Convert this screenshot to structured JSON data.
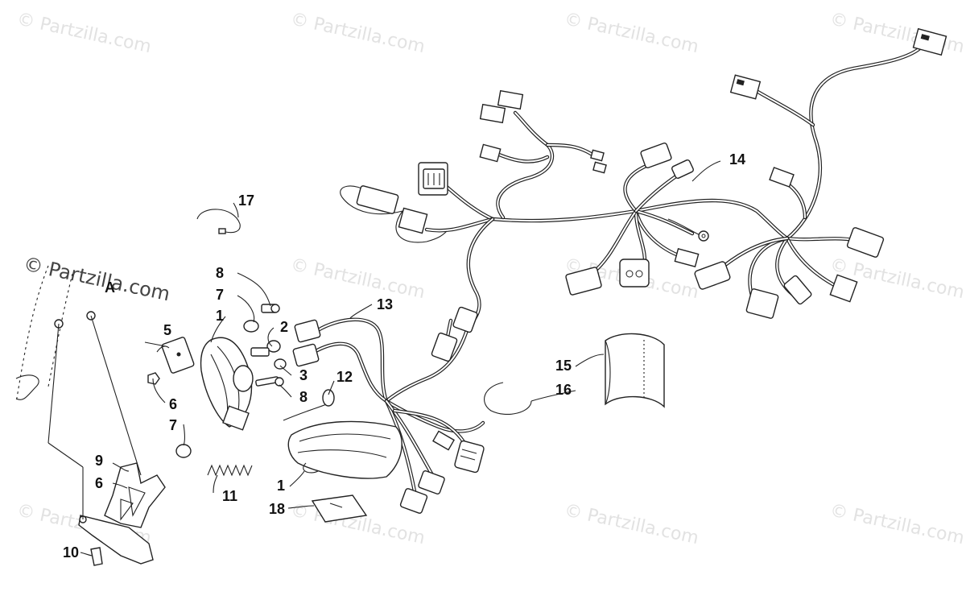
{
  "watermark": {
    "text": "© Partzilla.com",
    "color": "#e2e2e2"
  },
  "callouts": {
    "c1a": "1",
    "c1b": "1",
    "c2": "2",
    "c3": "3",
    "c5": "5",
    "c6a": "6",
    "c6b": "6",
    "c7a": "7",
    "c7b": "7",
    "c8a": "8",
    "c8b": "8",
    "c9": "9",
    "c10": "10",
    "c11": "11",
    "c12": "12",
    "c13": "13",
    "c14": "14",
    "c15": "15",
    "c16": "16",
    "c17": "17",
    "c18": "18",
    "cA": "A"
  },
  "parts": {
    "headlight_housing": "headlight-housing",
    "headlight_lens": "headlight-lens",
    "main_harness": "main-wiring-harness",
    "headlight_harness": "headlight-harness",
    "mount_bracket": "mount-bracket",
    "adjust_spring": "adjust-spring",
    "sleeve": "protective-sleeve",
    "clip_ring": "clip-ring",
    "cable_tie": "cable-tie",
    "decal": "decal"
  }
}
